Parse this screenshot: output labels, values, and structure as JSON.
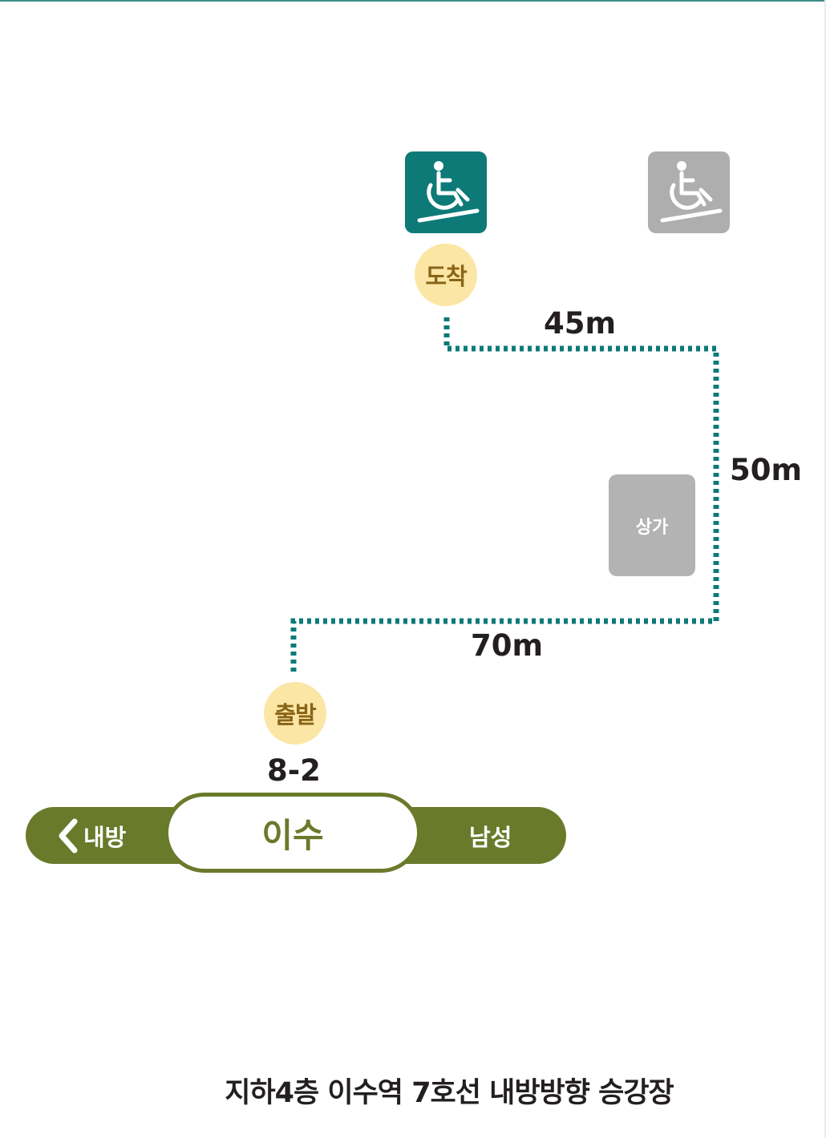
{
  "labels": {
    "arrive": "도착",
    "depart": "출발",
    "shop": "상가",
    "car": "8-2",
    "station": "이수",
    "direction_left": "내방",
    "direction_right": "남성",
    "caption": "지하4층 이수역 7호선 내방방향 승강장"
  },
  "distances": {
    "d1": "45m",
    "d2": "50m",
    "d3": "70m"
  },
  "icons": {
    "active": "wheelchair-elevator-icon",
    "inactive": "wheelchair-elevator-icon",
    "direction": "chevron-left-icon"
  },
  "colors": {
    "teal": "#0e7a78",
    "gray": "#aeaeae",
    "olive": "#6a7a2b",
    "badge_bg": "#fbe6a6",
    "badge_text": "#8a6416"
  }
}
